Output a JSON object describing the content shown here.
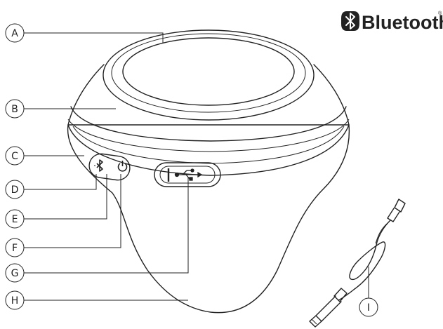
{
  "brand": {
    "logo_icon": "bluetooth-icon",
    "wordmark": "Bluetooth",
    "registered_mark": "®"
  },
  "callouts": [
    {
      "letter": "A",
      "part": "top-cap"
    },
    {
      "letter": "B",
      "part": "upper-dome"
    },
    {
      "letter": "C",
      "part": "control-band"
    },
    {
      "letter": "D",
      "part": "bluetooth-button"
    },
    {
      "letter": "E",
      "part": "bluetooth-indicator"
    },
    {
      "letter": "F",
      "part": "power-button"
    },
    {
      "letter": "G",
      "part": "usb-charging-port"
    },
    {
      "letter": "H",
      "part": "speaker-body"
    },
    {
      "letter": "I",
      "part": "usb-cable"
    }
  ],
  "icons": {
    "bluetooth_button": "bluetooth-icon",
    "power_button": "power-icon",
    "usb_port": "usb-icon"
  },
  "colors": {
    "line": "#222222",
    "background": "#ffffff"
  }
}
